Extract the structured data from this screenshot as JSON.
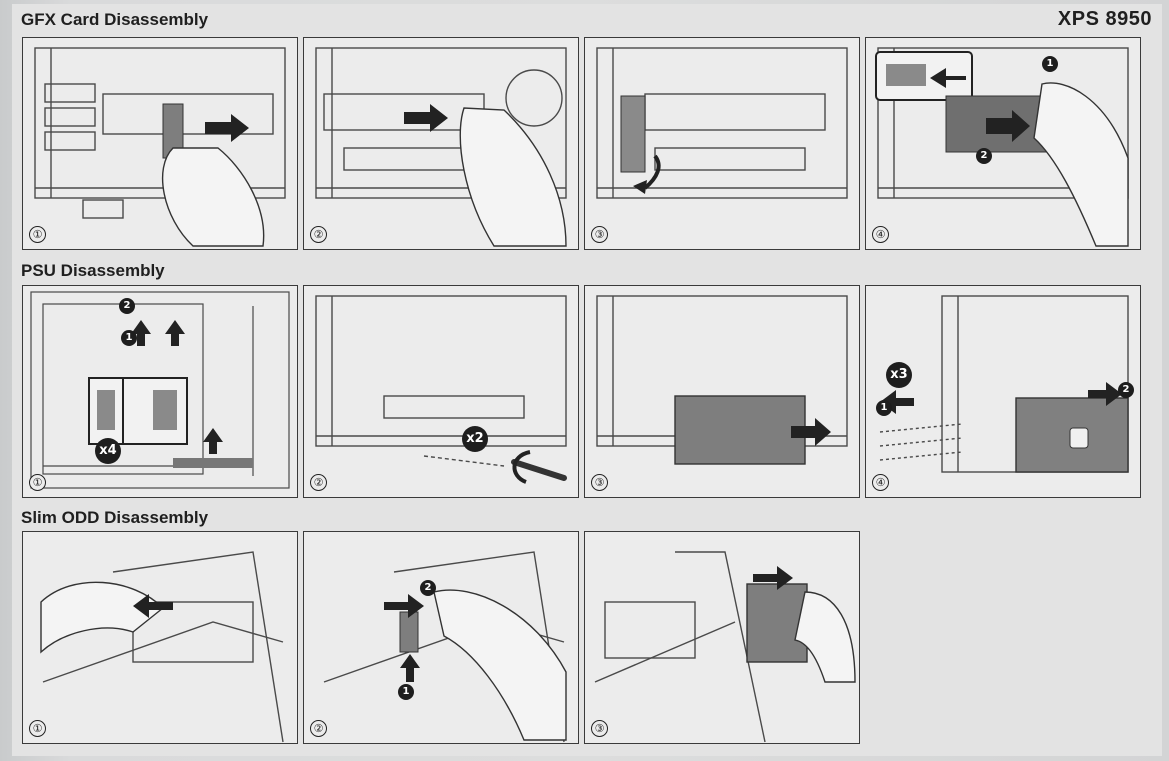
{
  "model": "XPS 8950",
  "sections": [
    {
      "title": "GFX Card Disassembly",
      "steps": [
        "①",
        "②",
        "③",
        "④"
      ]
    },
    {
      "title": "PSU Disassembly",
      "steps": [
        "①",
        "②",
        "③",
        "④"
      ]
    },
    {
      "title": "Slim ODD Disassembly",
      "steps": [
        "①",
        "②",
        "③"
      ]
    }
  ],
  "callouts": {
    "gfx4_a": "1",
    "gfx4_b": "2",
    "psu1_a": "2",
    "psu1_b": "1",
    "psu1_count": "x4",
    "psu2_count": "x2",
    "psu4_count": "x3",
    "psu4_a": "1",
    "psu4_b": "2",
    "odd2_a": "2",
    "odd2_b": "1"
  }
}
